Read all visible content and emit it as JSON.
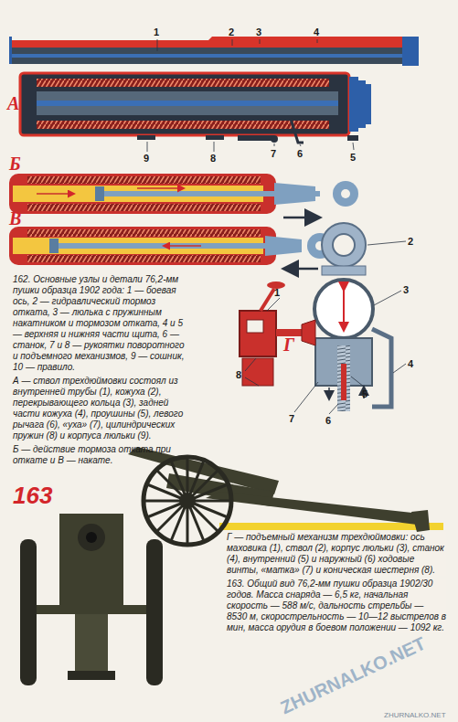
{
  "diagram": {
    "labels": [
      "1",
      "2",
      "3",
      "4",
      "5",
      "6",
      "7",
      "8",
      "9",
      "А",
      "Б",
      "В",
      "162. Основные узлы и детали 76,2-мм пушки образца 1902 года: 1 — боевая ось, 2 — гидравлический тормоз отката, 3 — люлька с пружинным накатником и тормозом отката, 4 и 5 — верхняя и нижняя части щита, 6 — станок, 7 и 8 — рукоятки поворотного и подъемного механизмов, 9 — сошник, 10 — правило.",
      "А — ствол трехдюймовки состоял из внутренней трубы (1), кожуха (2), перекрывающего кольца (3), задней части кожуха (4), проушины (5), левого рычага (6), «уха» (7), цилиндрических пружин (8) и корпуса люльки (9).",
      "Б — действие тормоза отката при откате и В — накате.",
      "1",
      "2",
      "3",
      "4",
      "5",
      "6",
      "7",
      "8",
      "Г",
      "163",
      "Г — подъемный механизм трехдюймовки: ось маховика (1), ствол (2), корпус люльки (3), станок (4), внутренний (5) и наружный (6) ходовые винты, «матка» (7) и коническая шестерня (8).",
      "163. Общий вид 76,2-мм пушки образца 1902/30 годов. Масса снаряда — 6,5 кг, начальная скорость — 588 м/с, дальность стрельбы — 8530 м, скорострельность — 10—12 выстрелов в мин, масса орудия в боевом положении — 1092 кг.",
      "ZHURNALKO.NET",
      "ZHURNALKO.NET"
    ]
  }
}
